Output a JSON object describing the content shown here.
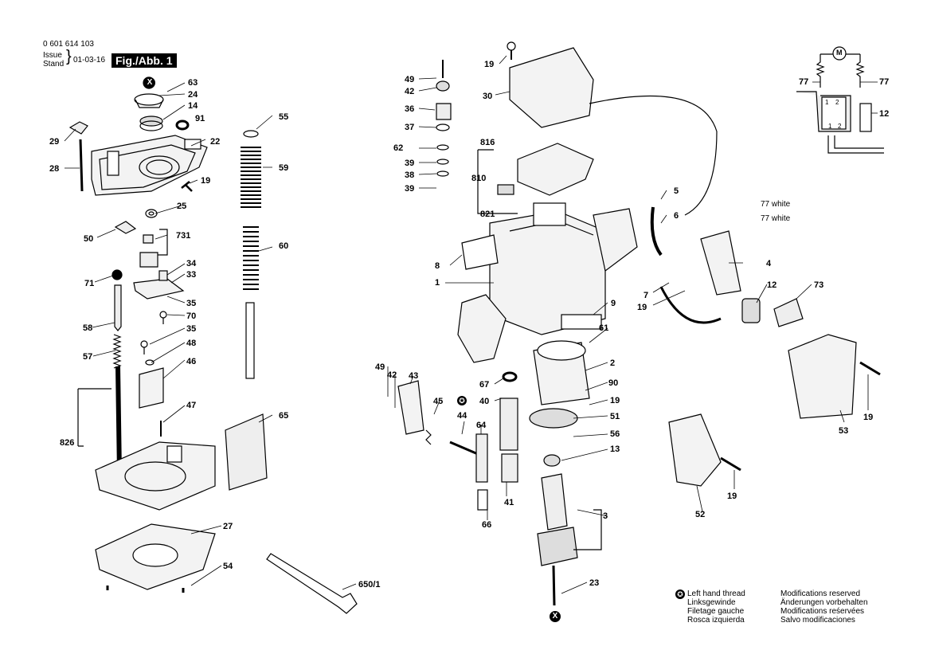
{
  "header": {
    "part_number": "0 601 614 103",
    "issue_label": "Issue",
    "stand_label": "Stand",
    "date": "01-03-16",
    "figure": "Fig./Abb. 1"
  },
  "legend": {
    "left_hand_thread": [
      "Left hand thread",
      "Linksgewinde",
      "Filetage gauche",
      "Rosca izquierda"
    ],
    "modifications": [
      "Modifications reserved",
      "Änderungen vorbehalten",
      "Modifications reśervées",
      "Salvo modificaciones"
    ]
  },
  "labels": [
    {
      "id": "63",
      "t": "63"
    },
    {
      "id": "24",
      "t": "24"
    },
    {
      "id": "14",
      "t": "14"
    },
    {
      "id": "91",
      "t": "91"
    },
    {
      "id": "22",
      "t": "22"
    },
    {
      "id": "29",
      "t": "29"
    },
    {
      "id": "28",
      "t": "28"
    },
    {
      "id": "19a",
      "t": "19"
    },
    {
      "id": "25",
      "t": "25"
    },
    {
      "id": "50",
      "t": "50"
    },
    {
      "id": "731",
      "t": "731"
    },
    {
      "id": "34",
      "t": "34"
    },
    {
      "id": "33",
      "t": "33"
    },
    {
      "id": "71",
      "t": "71"
    },
    {
      "id": "35a",
      "t": "35"
    },
    {
      "id": "70",
      "t": "70"
    },
    {
      "id": "58",
      "t": "58"
    },
    {
      "id": "35b",
      "t": "35"
    },
    {
      "id": "48",
      "t": "48"
    },
    {
      "id": "57",
      "t": "57"
    },
    {
      "id": "46",
      "t": "46"
    },
    {
      "id": "47",
      "t": "47"
    },
    {
      "id": "826",
      "t": "826"
    },
    {
      "id": "65",
      "t": "65"
    },
    {
      "id": "55",
      "t": "55"
    },
    {
      "id": "59",
      "t": "59"
    },
    {
      "id": "60",
      "t": "60"
    },
    {
      "id": "27",
      "t": "27"
    },
    {
      "id": "54",
      "t": "54"
    },
    {
      "id": "650",
      "t": "650/1"
    },
    {
      "id": "49a",
      "t": "49"
    },
    {
      "id": "42a",
      "t": "42"
    },
    {
      "id": "36",
      "t": "36"
    },
    {
      "id": "37",
      "t": "37"
    },
    {
      "id": "62",
      "t": "62"
    },
    {
      "id": "39a",
      "t": "39"
    },
    {
      "id": "38",
      "t": "38"
    },
    {
      "id": "39b",
      "t": "39"
    },
    {
      "id": "19b",
      "t": "19"
    },
    {
      "id": "30",
      "t": "30"
    },
    {
      "id": "816",
      "t": "816"
    },
    {
      "id": "810",
      "t": "810"
    },
    {
      "id": "821",
      "t": "821"
    },
    {
      "id": "8",
      "t": "8"
    },
    {
      "id": "1",
      "t": "1"
    },
    {
      "id": "5",
      "t": "5"
    },
    {
      "id": "6",
      "t": "6"
    },
    {
      "id": "77w1",
      "t": "77 white"
    },
    {
      "id": "77w2",
      "t": "77 white"
    },
    {
      "id": "4",
      "t": "4"
    },
    {
      "id": "7",
      "t": "7"
    },
    {
      "id": "19c",
      "t": "19"
    },
    {
      "id": "12b",
      "t": "12"
    },
    {
      "id": "73",
      "t": "73"
    },
    {
      "id": "9",
      "t": "9"
    },
    {
      "id": "61",
      "t": "61"
    },
    {
      "id": "2",
      "t": "2"
    },
    {
      "id": "90",
      "t": "90"
    },
    {
      "id": "19d",
      "t": "19"
    },
    {
      "id": "51",
      "t": "51"
    },
    {
      "id": "56",
      "t": "56"
    },
    {
      "id": "13",
      "t": "13"
    },
    {
      "id": "3",
      "t": "3"
    },
    {
      "id": "23",
      "t": "23"
    },
    {
      "id": "67",
      "t": "67"
    },
    {
      "id": "40",
      "t": "40"
    },
    {
      "id": "49b",
      "t": "49"
    },
    {
      "id": "42b",
      "t": "42"
    },
    {
      "id": "43",
      "t": "43"
    },
    {
      "id": "45",
      "t": "45"
    },
    {
      "id": "44",
      "t": "44"
    },
    {
      "id": "64",
      "t": "64"
    },
    {
      "id": "41",
      "t": "41"
    },
    {
      "id": "66",
      "t": "66"
    },
    {
      "id": "53",
      "t": "53"
    },
    {
      "id": "19e",
      "t": "19"
    },
    {
      "id": "52",
      "t": "52"
    },
    {
      "id": "19f",
      "t": "19"
    },
    {
      "id": "77a",
      "t": "77"
    },
    {
      "id": "77b",
      "t": "77"
    },
    {
      "id": "12a",
      "t": "12"
    }
  ],
  "schematic": {
    "motor": "M",
    "pin1": "1",
    "pin2": "2",
    "pin_o1": "1",
    "pin_o2": "2"
  },
  "markers": {
    "x_symbol": "X"
  }
}
